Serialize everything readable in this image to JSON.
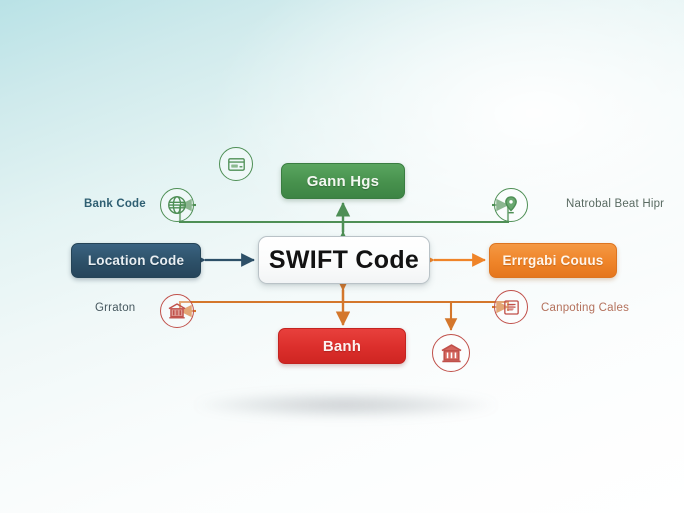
{
  "diagram": {
    "title_node": {
      "label": "SWIFT Code",
      "name": "swift-code-node"
    },
    "nodes": [
      {
        "id": "top",
        "label": "Gann Hgs",
        "color": "#47914d"
      },
      {
        "id": "left",
        "label": "Location Code",
        "color": "#2d5068"
      },
      {
        "id": "right",
        "label": "Errrgabi Couus",
        "color": "#ef8429"
      },
      {
        "id": "bottom",
        "label": "Banh",
        "color": "#dc2f2c"
      }
    ],
    "labels": [
      {
        "id": "bank-code",
        "text": "Bank Code",
        "color": "#2f5f72"
      },
      {
        "id": "national-id",
        "text": "Natrobal Beat Hipr",
        "color": "#5a6b62"
      },
      {
        "id": "grraton",
        "text": "Grraton",
        "color": "#46585f"
      },
      {
        "id": "company-code",
        "text": "Canpoting Cales",
        "color": "#b4715c"
      }
    ],
    "icons": [
      {
        "id": "globe-left",
        "name": "globe-icon",
        "color": "#4e8f55"
      },
      {
        "id": "globe-right",
        "name": "location-pin-icon",
        "color": "#4e8f55"
      },
      {
        "id": "card-top",
        "name": "card-icon",
        "color": "#4e8f55"
      },
      {
        "id": "bank-left",
        "name": "bank-building-icon",
        "color": "#c0504a"
      },
      {
        "id": "doc-right",
        "name": "document-icon",
        "color": "#c0504a"
      },
      {
        "id": "bank-bottom",
        "name": "bank-building-icon",
        "color": "#c0504a"
      }
    ],
    "connector_colors": {
      "upper": "#4e8f55",
      "lower": "#d4772c",
      "left_arrow": "#2d5068",
      "right_arrow": "#ef8429"
    }
  }
}
